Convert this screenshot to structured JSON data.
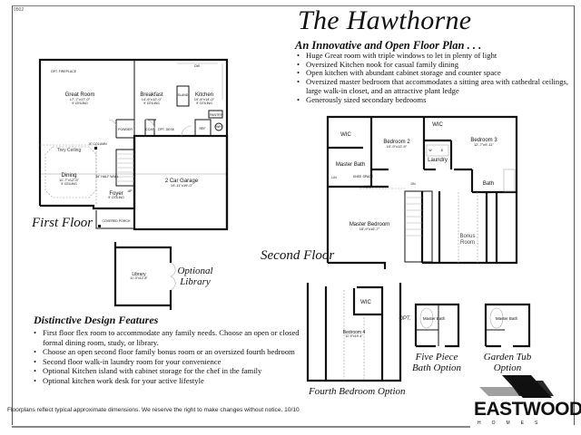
{
  "doc_code": "0502",
  "title": "The Hawthorne",
  "intro": {
    "heading": "An Innovative and Open Floor Plan . . .",
    "bullets": [
      "Huge Great room with triple windows to let in plenty of light",
      "Oversized Kitchen nook for casual family dining",
      "Open kitchen with abundant cabinet storage and counter space",
      "Oversized master bedroom that accommodates a sitting area with cathedral ceilings,  large walk-in closet, and an attractive plant ledge",
      "Generously sized secondary bedrooms"
    ]
  },
  "first_floor": {
    "label": "First Floor",
    "rooms": {
      "great_room": {
        "name": "Great Room",
        "dims": "17'-7\"x17'-0\"",
        "note": "9' CEILING"
      },
      "breakfast": {
        "name": "Breakfast",
        "dims": "14'-6\"x12'-0\"",
        "note": "9' CEILING"
      },
      "kitchen": {
        "name": "Kitchen",
        "dims": "10'-6\"x14'-0\"",
        "note": "9' CEILING"
      },
      "dining": {
        "name": "Dining",
        "dims": "11'-7\"x12'-5\"",
        "note": "9' CEILING"
      },
      "garage": {
        "name": "2 Car Garage",
        "dims": "19'-11\"x19'-0\""
      },
      "foyer": {
        "name": "Foyer",
        "note": "9' CEILING"
      }
    },
    "small_labels": {
      "fireplace": "OPT. FIREPLACE",
      "dw": "DW",
      "island": "ISLAND",
      "pantry": "PANTRY",
      "ref": "REF",
      "wh": "WH",
      "powder": "POWDER",
      "coat": "COAT",
      "desk": "OPT. DESK",
      "column": "8\" COLUMN",
      "trey": "Trey Ceiling",
      "half_wall": "36\" HALF WALL",
      "up": "UP",
      "porch": "COVERED PORCH"
    }
  },
  "library": {
    "name": "Library",
    "dims": "11'-3\"x12'-8\"",
    "label_line1": "Optional",
    "label_line2": "Library"
  },
  "second_floor": {
    "label": "Second Floor",
    "rooms": {
      "wic": "WIC",
      "master_bath": "Master Bath",
      "bedroom2": {
        "name": "Bedroom 2",
        "dims": "10'-9\"x12'-9\""
      },
      "wic2": "WIC",
      "laundry": "Laundry",
      "bedroom3": {
        "name": "Bedroom 3",
        "dims": "12'-7\"x9'-11\""
      },
      "bath": "Bath",
      "master_bedroom": {
        "name": "Master Bedroom",
        "dims": "16'-9\"x16'-7\""
      },
      "bonus_line1": "Bonus",
      "bonus_line2": "Room"
    },
    "small_labels": {
      "lin": "LIN",
      "knee": "KNEE SPACE",
      "dn": "DN",
      "w": "W",
      "d": "D"
    }
  },
  "fourth_bedroom": {
    "label": "Fourth Bedroom Option",
    "wic": "WIC",
    "name": "Bedroom 4",
    "dims": "11'-9\"x19'-4\""
  },
  "five_piece": {
    "opt": "OPT.",
    "room": "Master Bath",
    "line1": "Five Piece",
    "line2": "Bath Option"
  },
  "garden_tub": {
    "room": "Master Bath",
    "line1": "Garden Tub",
    "line2": "Option"
  },
  "design_features": {
    "heading": "Distinctive Design Features",
    "bullets": [
      "First floor flex room to accommodate any family needs. Choose an open or closed formal dining room, study, or library.",
      "Choose an open second floor family bonus room or an oversized fourth bedroom",
      "Second floor walk-in laundry room for your convenience",
      "Optional Kitchen island with cabinet storage for the chef in the family",
      "Optional kitchen work desk for your active lifestyle"
    ]
  },
  "footer": "Floorplans reflect typical approximate dimensions. We reserve the right to make changes without notice. 10/10",
  "logo": {
    "word": "EASTWOOD",
    "sub": "HOMES",
    "colors": {
      "dark": "#111111",
      "gray": "#a0a0a0"
    }
  }
}
